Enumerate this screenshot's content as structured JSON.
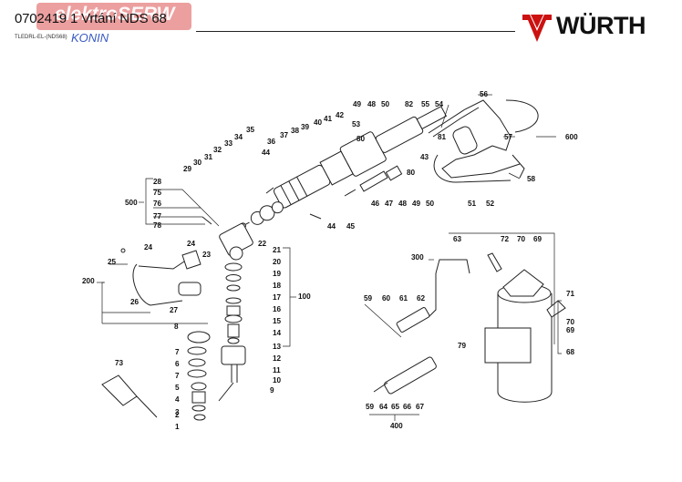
{
  "header": {
    "doc_code": "0702419 1 Vrtání NDS 68",
    "doc_sub": "TLEDRL-EL-(NDS68)",
    "stamp_text": "elektroSERW",
    "stamp_sub": "KONIN",
    "brand": "WÜRTH",
    "brand_color": "#cc1111"
  },
  "diagram": {
    "labels": [
      {
        "t": "49"
      },
      {
        "t": "48"
      },
      {
        "t": "50"
      },
      {
        "t": "82"
      },
      {
        "t": "55"
      },
      {
        "t": "54"
      },
      {
        "t": "56"
      },
      {
        "t": "53"
      },
      {
        "t": "35"
      },
      {
        "t": "42"
      },
      {
        "t": "41"
      },
      {
        "t": "40"
      },
      {
        "t": "39"
      },
      {
        "t": "38"
      },
      {
        "t": "37"
      },
      {
        "t": "36"
      },
      {
        "t": "34"
      },
      {
        "t": "33"
      },
      {
        "t": "32"
      },
      {
        "t": "31"
      },
      {
        "t": "30"
      },
      {
        "t": "29"
      },
      {
        "t": "44"
      },
      {
        "t": "80"
      },
      {
        "t": "81"
      },
      {
        "t": "57"
      },
      {
        "t": "600"
      },
      {
        "t": "43"
      },
      {
        "t": "80"
      },
      {
        "t": "28"
      },
      {
        "t": "75"
      },
      {
        "t": "500"
      },
      {
        "t": "76"
      },
      {
        "t": "77"
      },
      {
        "t": "78"
      },
      {
        "t": "46"
      },
      {
        "t": "47"
      },
      {
        "t": "48"
      },
      {
        "t": "49"
      },
      {
        "t": "50"
      },
      {
        "t": "51"
      },
      {
        "t": "52"
      },
      {
        "t": "58"
      },
      {
        "t": "44"
      },
      {
        "t": "45"
      },
      {
        "t": "63"
      },
      {
        "t": "72"
      },
      {
        "t": "70"
      },
      {
        "t": "69"
      },
      {
        "t": "24"
      },
      {
        "t": "24"
      },
      {
        "t": "22"
      },
      {
        "t": "23"
      },
      {
        "t": "21"
      },
      {
        "t": "300"
      },
      {
        "t": "25"
      },
      {
        "t": "20"
      },
      {
        "t": "19"
      },
      {
        "t": "200"
      },
      {
        "t": "18"
      },
      {
        "t": "100"
      },
      {
        "t": "17"
      },
      {
        "t": "26"
      },
      {
        "t": "16"
      },
      {
        "t": "27"
      },
      {
        "t": "15"
      },
      {
        "t": "71"
      },
      {
        "t": "59"
      },
      {
        "t": "60"
      },
      {
        "t": "61"
      },
      {
        "t": "62"
      },
      {
        "t": "70"
      },
      {
        "t": "69"
      },
      {
        "t": "8"
      },
      {
        "t": "14"
      },
      {
        "t": "13"
      },
      {
        "t": "79"
      },
      {
        "t": "68"
      },
      {
        "t": "7"
      },
      {
        "t": "12"
      },
      {
        "t": "6"
      },
      {
        "t": "11"
      },
      {
        "t": "73"
      },
      {
        "t": "7"
      },
      {
        "t": "10"
      },
      {
        "t": "5"
      },
      {
        "t": "4"
      },
      {
        "t": "9"
      },
      {
        "t": "3"
      },
      {
        "t": "59"
      },
      {
        "t": "64"
      },
      {
        "t": "65"
      },
      {
        "t": "66"
      },
      {
        "t": "67"
      },
      {
        "t": "2"
      },
      {
        "t": "400"
      },
      {
        "t": "1"
      }
    ]
  }
}
